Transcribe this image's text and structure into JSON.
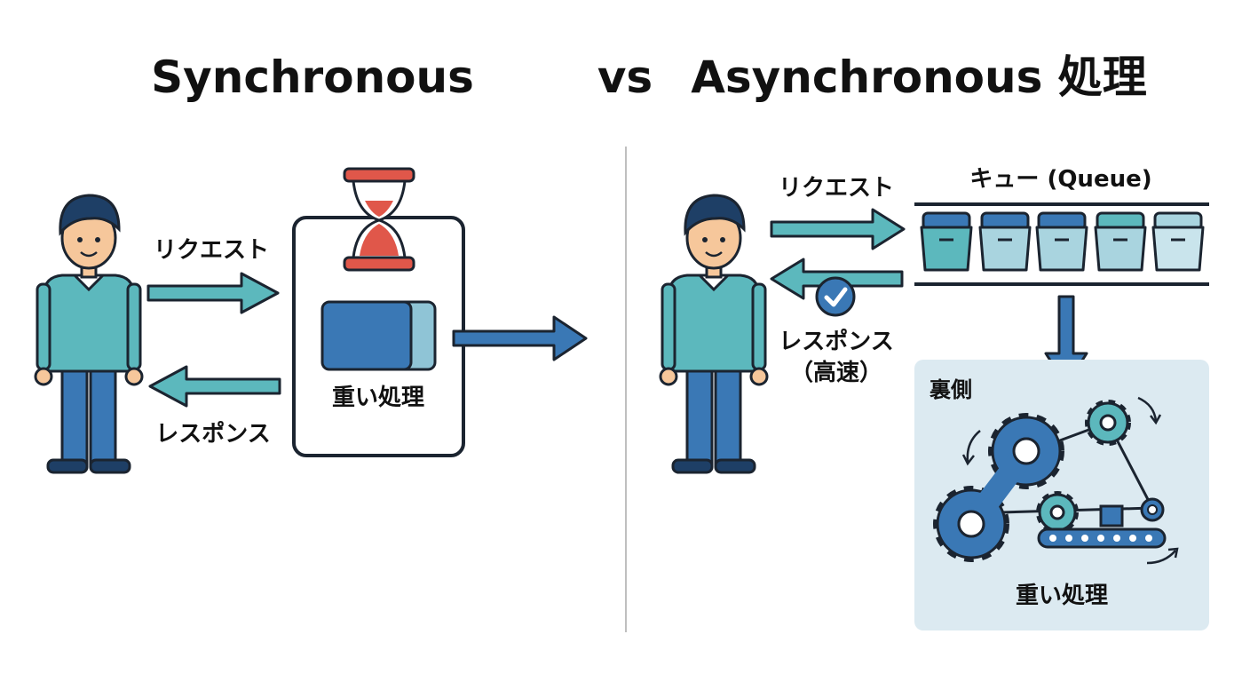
{
  "title": {
    "left": "Synchronous",
    "vs": "vs",
    "right": "Asynchronous 処理"
  },
  "sync": {
    "request_label": "リクエスト",
    "response_label": "レスポンス",
    "box_label": "重い処理"
  },
  "async": {
    "request_label": "リクエスト",
    "response_label_line1": "レスポンス",
    "response_label_line2": "（高速）",
    "queue_label": "キュー (Queue)",
    "backend_label": "裏側",
    "backend_task_label": "重い処理"
  },
  "colors": {
    "teal": "#5cb8bd",
    "blue": "#3a78b5",
    "dark_outline": "#1b2430",
    "hourglass_red": "#e0574a",
    "backend_panel": "#dceaf1",
    "skin": "#f6c79b",
    "hair": "#1e3f66"
  },
  "icons": [
    "person-icon",
    "hourglass-icon",
    "server-block-icon",
    "check-badge-icon",
    "gear-icon",
    "conveyor-icon",
    "queue-bucket-icon"
  ]
}
